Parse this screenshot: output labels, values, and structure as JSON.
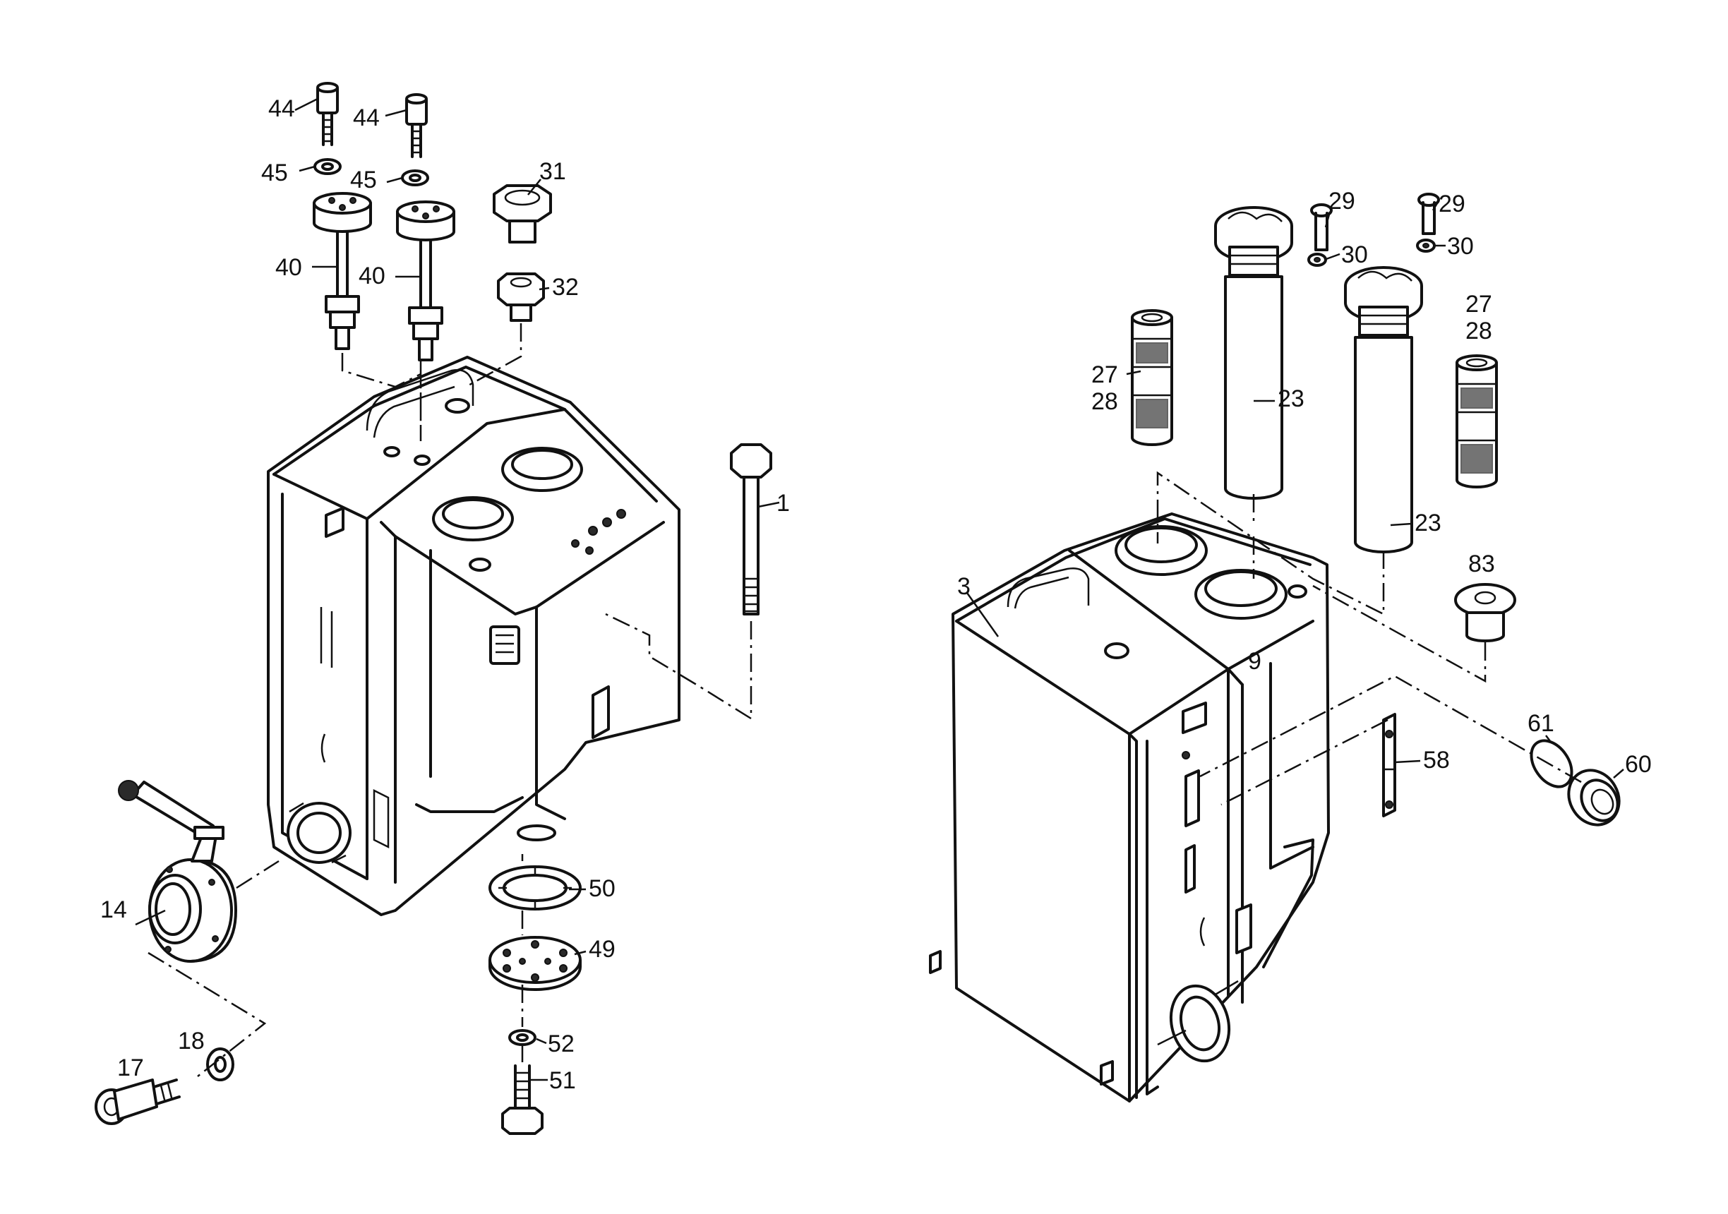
{
  "colors": {
    "ink": "#111111",
    "background": "#ffffff"
  },
  "callouts": [
    {
      "id": "c44a",
      "text": "44"
    },
    {
      "id": "c44b",
      "text": "44"
    },
    {
      "id": "c45a",
      "text": "45"
    },
    {
      "id": "c45b",
      "text": "45"
    },
    {
      "id": "c31",
      "text": "31"
    },
    {
      "id": "c40a",
      "text": "40"
    },
    {
      "id": "c40b",
      "text": "40"
    },
    {
      "id": "c32",
      "text": "32"
    },
    {
      "id": "c1",
      "text": "1"
    },
    {
      "id": "c14",
      "text": "14"
    },
    {
      "id": "c50",
      "text": "50"
    },
    {
      "id": "c49",
      "text": "49"
    },
    {
      "id": "c18",
      "text": "18"
    },
    {
      "id": "c17",
      "text": "17"
    },
    {
      "id": "c52",
      "text": "52"
    },
    {
      "id": "c51",
      "text": "51"
    },
    {
      "id": "c29a",
      "text": "29"
    },
    {
      "id": "c29b",
      "text": "29"
    },
    {
      "id": "c30a",
      "text": "30"
    },
    {
      "id": "c30b",
      "text": "30"
    },
    {
      "id": "c27a",
      "text": "27"
    },
    {
      "id": "c28a",
      "text": "28"
    },
    {
      "id": "c27b",
      "text": "27"
    },
    {
      "id": "c28b",
      "text": "28"
    },
    {
      "id": "c23a",
      "text": "23"
    },
    {
      "id": "c23b",
      "text": "23"
    },
    {
      "id": "c83",
      "text": "83"
    },
    {
      "id": "c3",
      "text": "3"
    },
    {
      "id": "c9",
      "text": "9"
    },
    {
      "id": "c58",
      "text": "58"
    },
    {
      "id": "c61",
      "text": "61"
    },
    {
      "id": "c60",
      "text": "60"
    }
  ]
}
